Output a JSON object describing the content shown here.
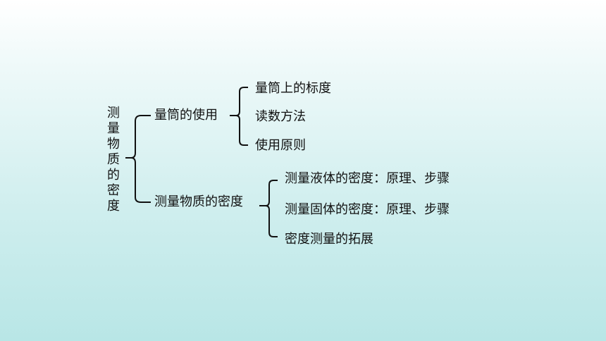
{
  "root": "测量物质的密度",
  "branches": [
    {
      "label": "量筒的使用",
      "children": [
        "量筒上的标度",
        "读数方法",
        "使用原则"
      ]
    },
    {
      "label": "测量物质的密度",
      "children": [
        "测量液体的密度：原理、步骤",
        "测量固体的密度：原理、步骤",
        "密度测量的拓展"
      ]
    }
  ],
  "colors": {
    "background_top": "#ffffff",
    "background_bottom": "#b8e6e6",
    "text": "#111111",
    "line": "#111111"
  }
}
